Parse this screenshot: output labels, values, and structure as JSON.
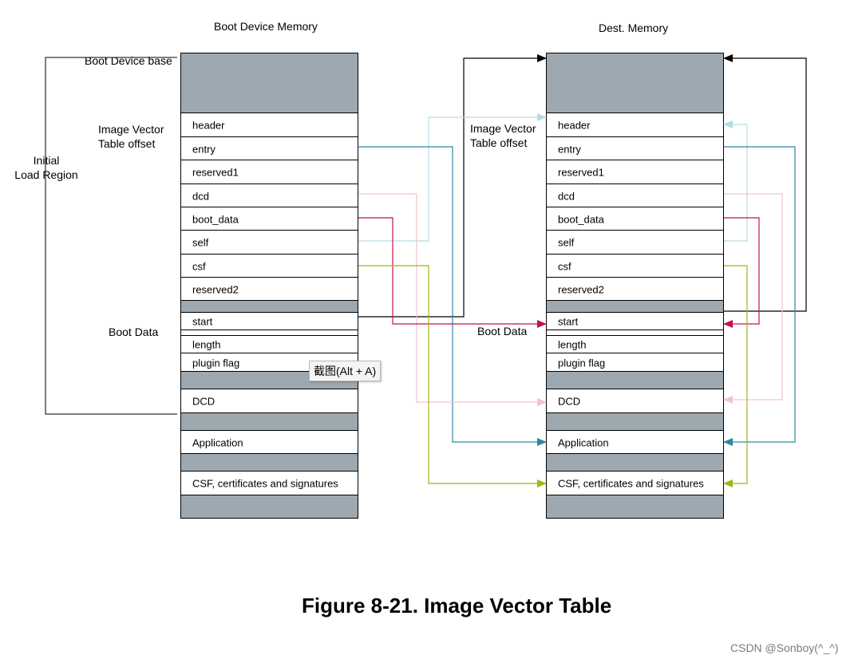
{
  "titles": {
    "boot_device_memory": "Boot Device Memory",
    "dest_memory": "Dest. Memory"
  },
  "left_labels": {
    "boot_device_base": "Boot Device base",
    "ivt_offset_line1": "Image Vector",
    "ivt_offset_line2": "Table offset",
    "initial_line1": "Initial",
    "initial_line2": "Load Region",
    "boot_data": "Boot Data"
  },
  "right_labels": {
    "ivt_offset_line1": "Image Vector",
    "ivt_offset_line2": "Table offset",
    "boot_data": "Boot Data"
  },
  "segments": {
    "header": "header",
    "entry": "entry",
    "reserved1": "reserved1",
    "dcd": "dcd",
    "boot_data": "boot_data",
    "self": "self",
    "csf": "csf",
    "reserved2": "reserved2",
    "start": "start",
    "length": "length",
    "plugin_flag": "plugin flag",
    "dcd_block": "DCD",
    "application": "Application",
    "csf_block": "CSF, certificates and signatures"
  },
  "tooltip": "截图(Alt + A)",
  "caption": "Figure 8-21. Image Vector Table",
  "watermark": "CSDN @Sonboy(^_^)",
  "colors": {
    "block_gray": "#9ea8b1",
    "entry_arrow": "#2e86a3",
    "dcd_arrow": "#f2c4cf",
    "boot_data_arrow": "#c0144a",
    "self_arrow": "#b7dbe5",
    "csf_arrow": "#a4b514",
    "start_arrow": "#000000"
  }
}
